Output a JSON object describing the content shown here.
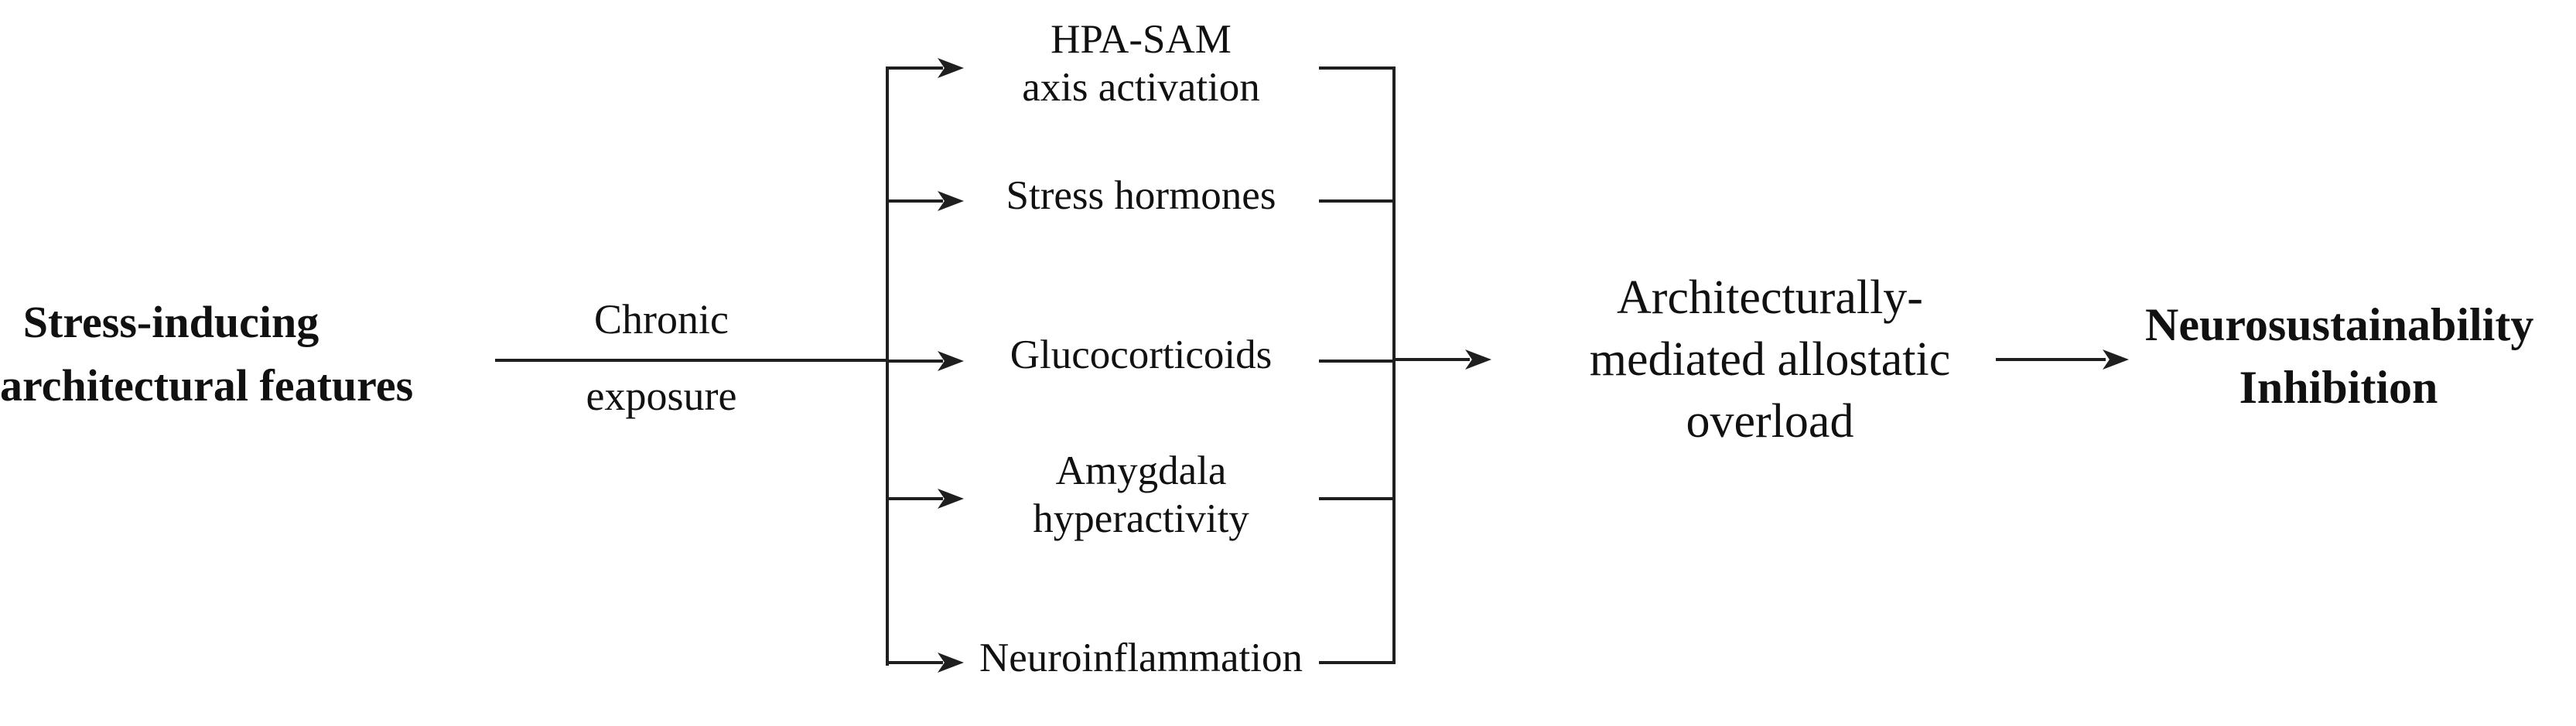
{
  "diagram": {
    "title_implicit": "Pathway from stress-inducing architecture to neurosustainability inhibition",
    "colors": {
      "line": "#1f1f1f",
      "text": "#111111",
      "background": "#ffffff"
    },
    "source": {
      "line1": "Stress-inducing",
      "line2": "architectural features"
    },
    "exposure_edge": {
      "label_top": "Chronic",
      "label_bottom": "exposure"
    },
    "mediators": [
      {
        "lines": [
          "HPA-SAM",
          "axis activation"
        ]
      },
      {
        "lines": [
          "Stress hormones"
        ]
      },
      {
        "lines": [
          "Glucocorticoids"
        ]
      },
      {
        "lines": [
          "Amygdala",
          "hyperactivity"
        ]
      },
      {
        "lines": [
          "Neuroinflammation"
        ]
      }
    ],
    "overload": {
      "line1": "Architecturally-",
      "line2": "mediated allostatic",
      "line3": "overload"
    },
    "outcome": {
      "line1": "Neurosustainability",
      "line2": "Inhibition"
    }
  }
}
